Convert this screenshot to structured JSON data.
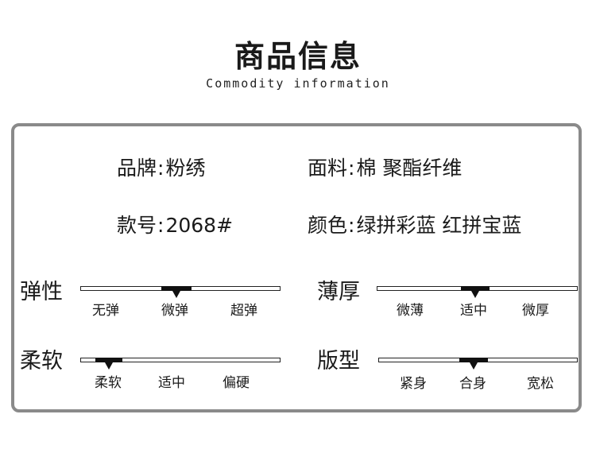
{
  "header": {
    "title": "商品信息",
    "subtitle": "Commodity information"
  },
  "info": {
    "brand": {
      "label": "品牌",
      "value": "粉绣"
    },
    "fabric": {
      "label": "面料",
      "value": "棉 聚酯纤维"
    },
    "style_no": {
      "label": "款号",
      "value": "2068#"
    },
    "color": {
      "label": "颜色",
      "value": "绿拼彩蓝 红拼宝蓝"
    },
    "separator": ":"
  },
  "scales": {
    "elasticity": {
      "label": "弹性",
      "options": [
        "无弹",
        "微弹",
        "超弹"
      ],
      "selected": "微弹"
    },
    "thickness": {
      "label": "薄厚",
      "options": [
        "微薄",
        "适中",
        "微厚"
      ],
      "selected": "适中"
    },
    "softness": {
      "label": "柔软",
      "options": [
        "柔软",
        "适中",
        "偏硬"
      ],
      "selected": "柔软"
    },
    "fit": {
      "label": "版型",
      "options": [
        "紧身",
        "合身",
        "宽松"
      ],
      "selected": "合身"
    }
  },
  "colors": {
    "border": "#8a8a8a",
    "text": "#1a1a1a",
    "marker": "#111111"
  }
}
